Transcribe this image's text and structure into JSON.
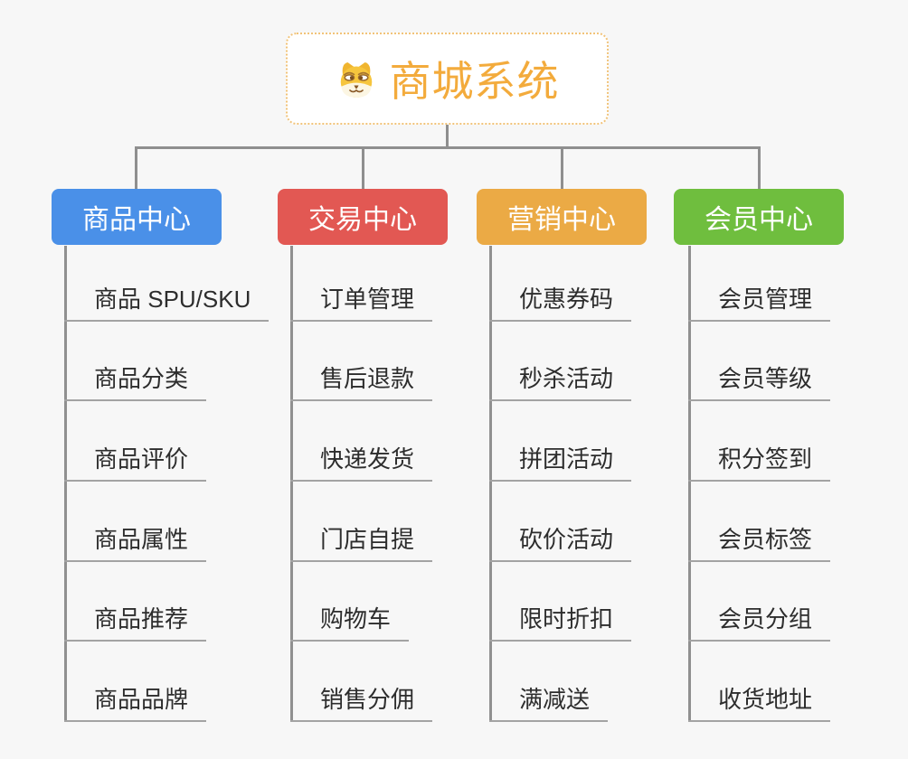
{
  "canvas": {
    "background": "#f7f7f7",
    "connector_color": "#8f8f8f"
  },
  "root": {
    "title": "商城系统",
    "icon": "doge-face-icon",
    "text_color": "#f3ab3c",
    "border_color": "#f1c379",
    "background": "#ffffff"
  },
  "branches": [
    {
      "label": "商品中心",
      "color": "#4a90e8",
      "children": [
        "商品 SPU/SKU",
        "商品分类",
        "商品评价",
        "商品属性",
        "商品推荐",
        "商品品牌"
      ]
    },
    {
      "label": "交易中心",
      "color": "#e25853",
      "children": [
        "订单管理",
        "售后退款",
        "快递发货",
        "门店自提",
        "购物车",
        "销售分佣"
      ]
    },
    {
      "label": "营销中心",
      "color": "#ebaa45",
      "children": [
        "优惠券码",
        "秒杀活动",
        "拼团活动",
        "砍价活动",
        "限时折扣",
        "满减送"
      ]
    },
    {
      "label": "会员中心",
      "color": "#6fbe3e",
      "children": [
        "会员管理",
        "会员等级",
        "积分签到",
        "会员标签",
        "会员分组",
        "收货地址"
      ]
    }
  ]
}
